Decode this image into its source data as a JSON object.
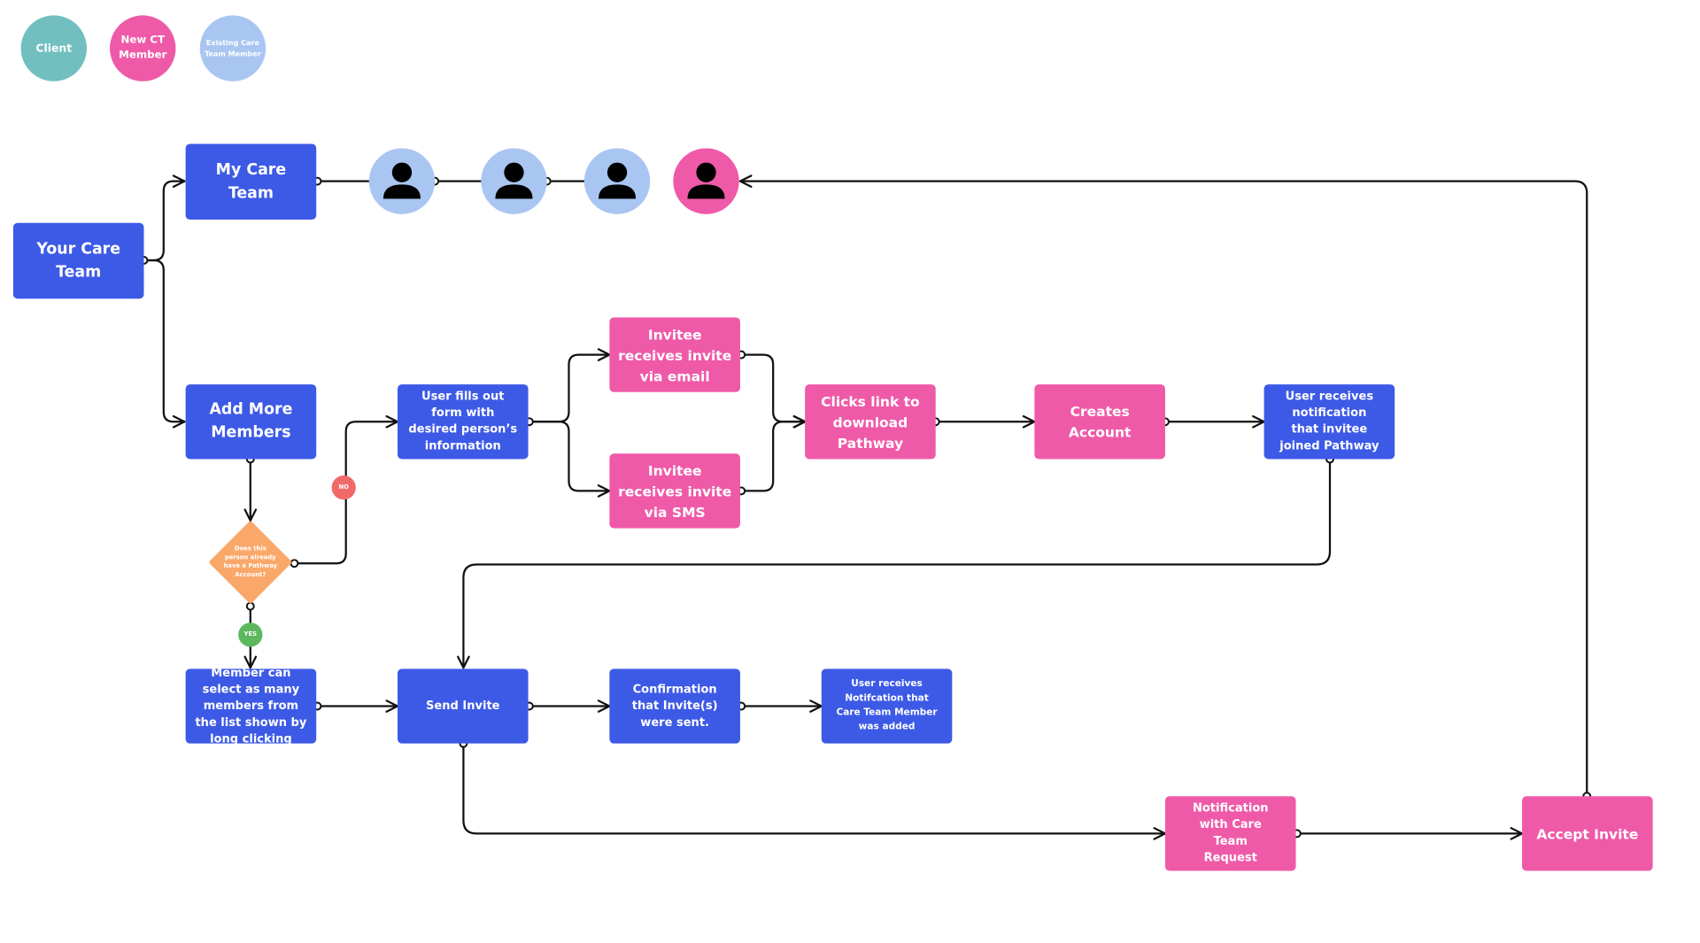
{
  "legend": {
    "client": "Client",
    "new_ct_member": "New CT Member",
    "existing_care_team_member": "Existing Care Team Member"
  },
  "colors": {
    "client": "#72bfc0",
    "new_ct_member": "#ef5aa8",
    "existing_member": "#a9c6f2",
    "app_step": "#3d5ae6",
    "invitee_step": "#ef5aa8",
    "decision": "#f9a86a",
    "no": "#f06a6a",
    "yes": "#5cb85c",
    "connector": "#111111"
  },
  "nodes": {
    "your_care_team": "Your Care Team",
    "my_care_team": "My Care Team",
    "add_more_members": "Add More Members",
    "decision": "Does this person already have a Pathway Account?",
    "user_fills_form": "User fills out form with desired person’s information",
    "invite_email": "Invitee receives invite via email",
    "invite_sms": "Invitee receives invite via SMS",
    "clicks_link": "Clicks link to download Pathway",
    "creates_account": "Creates Account",
    "user_notified_joined": "User receives notification that invitee joined Pathway",
    "member_select": "Member can select as many members from the list shown by long clicking",
    "send_invite": "Send Invite",
    "confirmation": "Confirmation that Invite(s) were sent.",
    "user_notified_added": "User receives Notifcation that Care Team Member was added",
    "notification_request": "Notification with Care Team Request",
    "accept_invite": "Accept Invite"
  },
  "decision_labels": {
    "no": "NO",
    "yes": "YES"
  },
  "care_team_avatars": [
    {
      "role": "existing",
      "icon": "person-icon"
    },
    {
      "role": "existing",
      "icon": "person-icon"
    },
    {
      "role": "existing",
      "icon": "person-icon"
    },
    {
      "role": "new",
      "icon": "person-icon"
    }
  ]
}
